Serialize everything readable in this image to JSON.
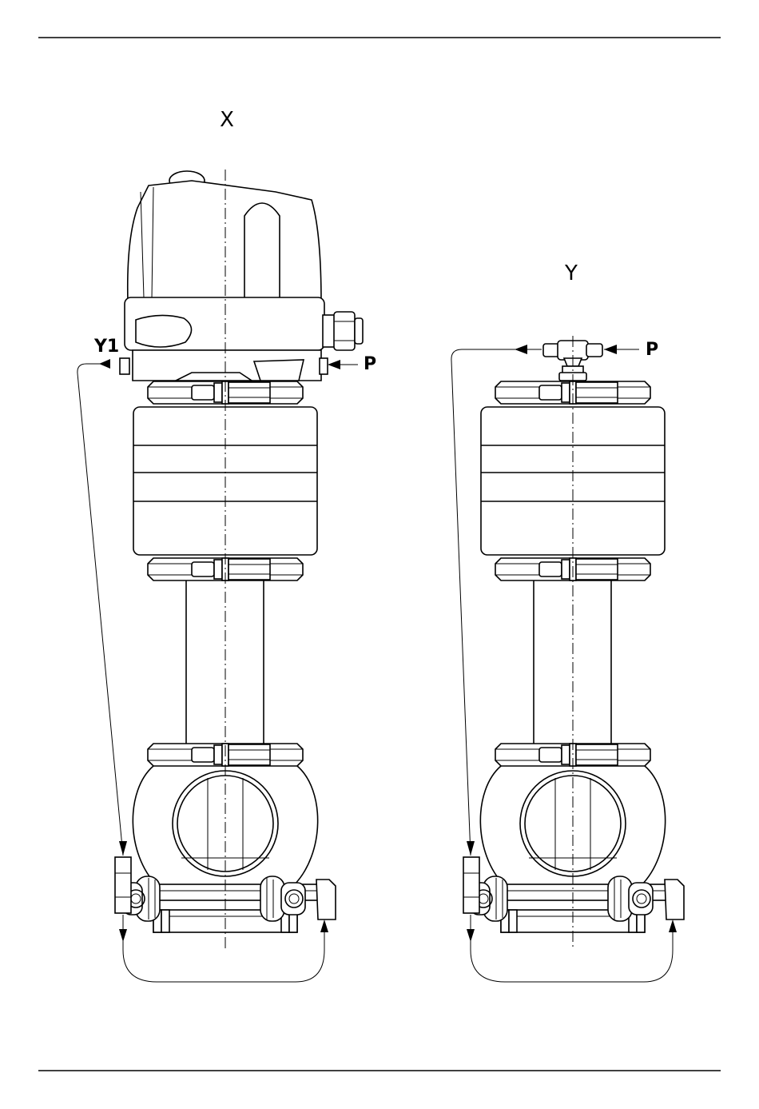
{
  "labels": {
    "view_x": "X",
    "view_y": "Y",
    "pilot_y1": "Y1",
    "supply_p_left": "P",
    "supply_p_right": "P"
  }
}
